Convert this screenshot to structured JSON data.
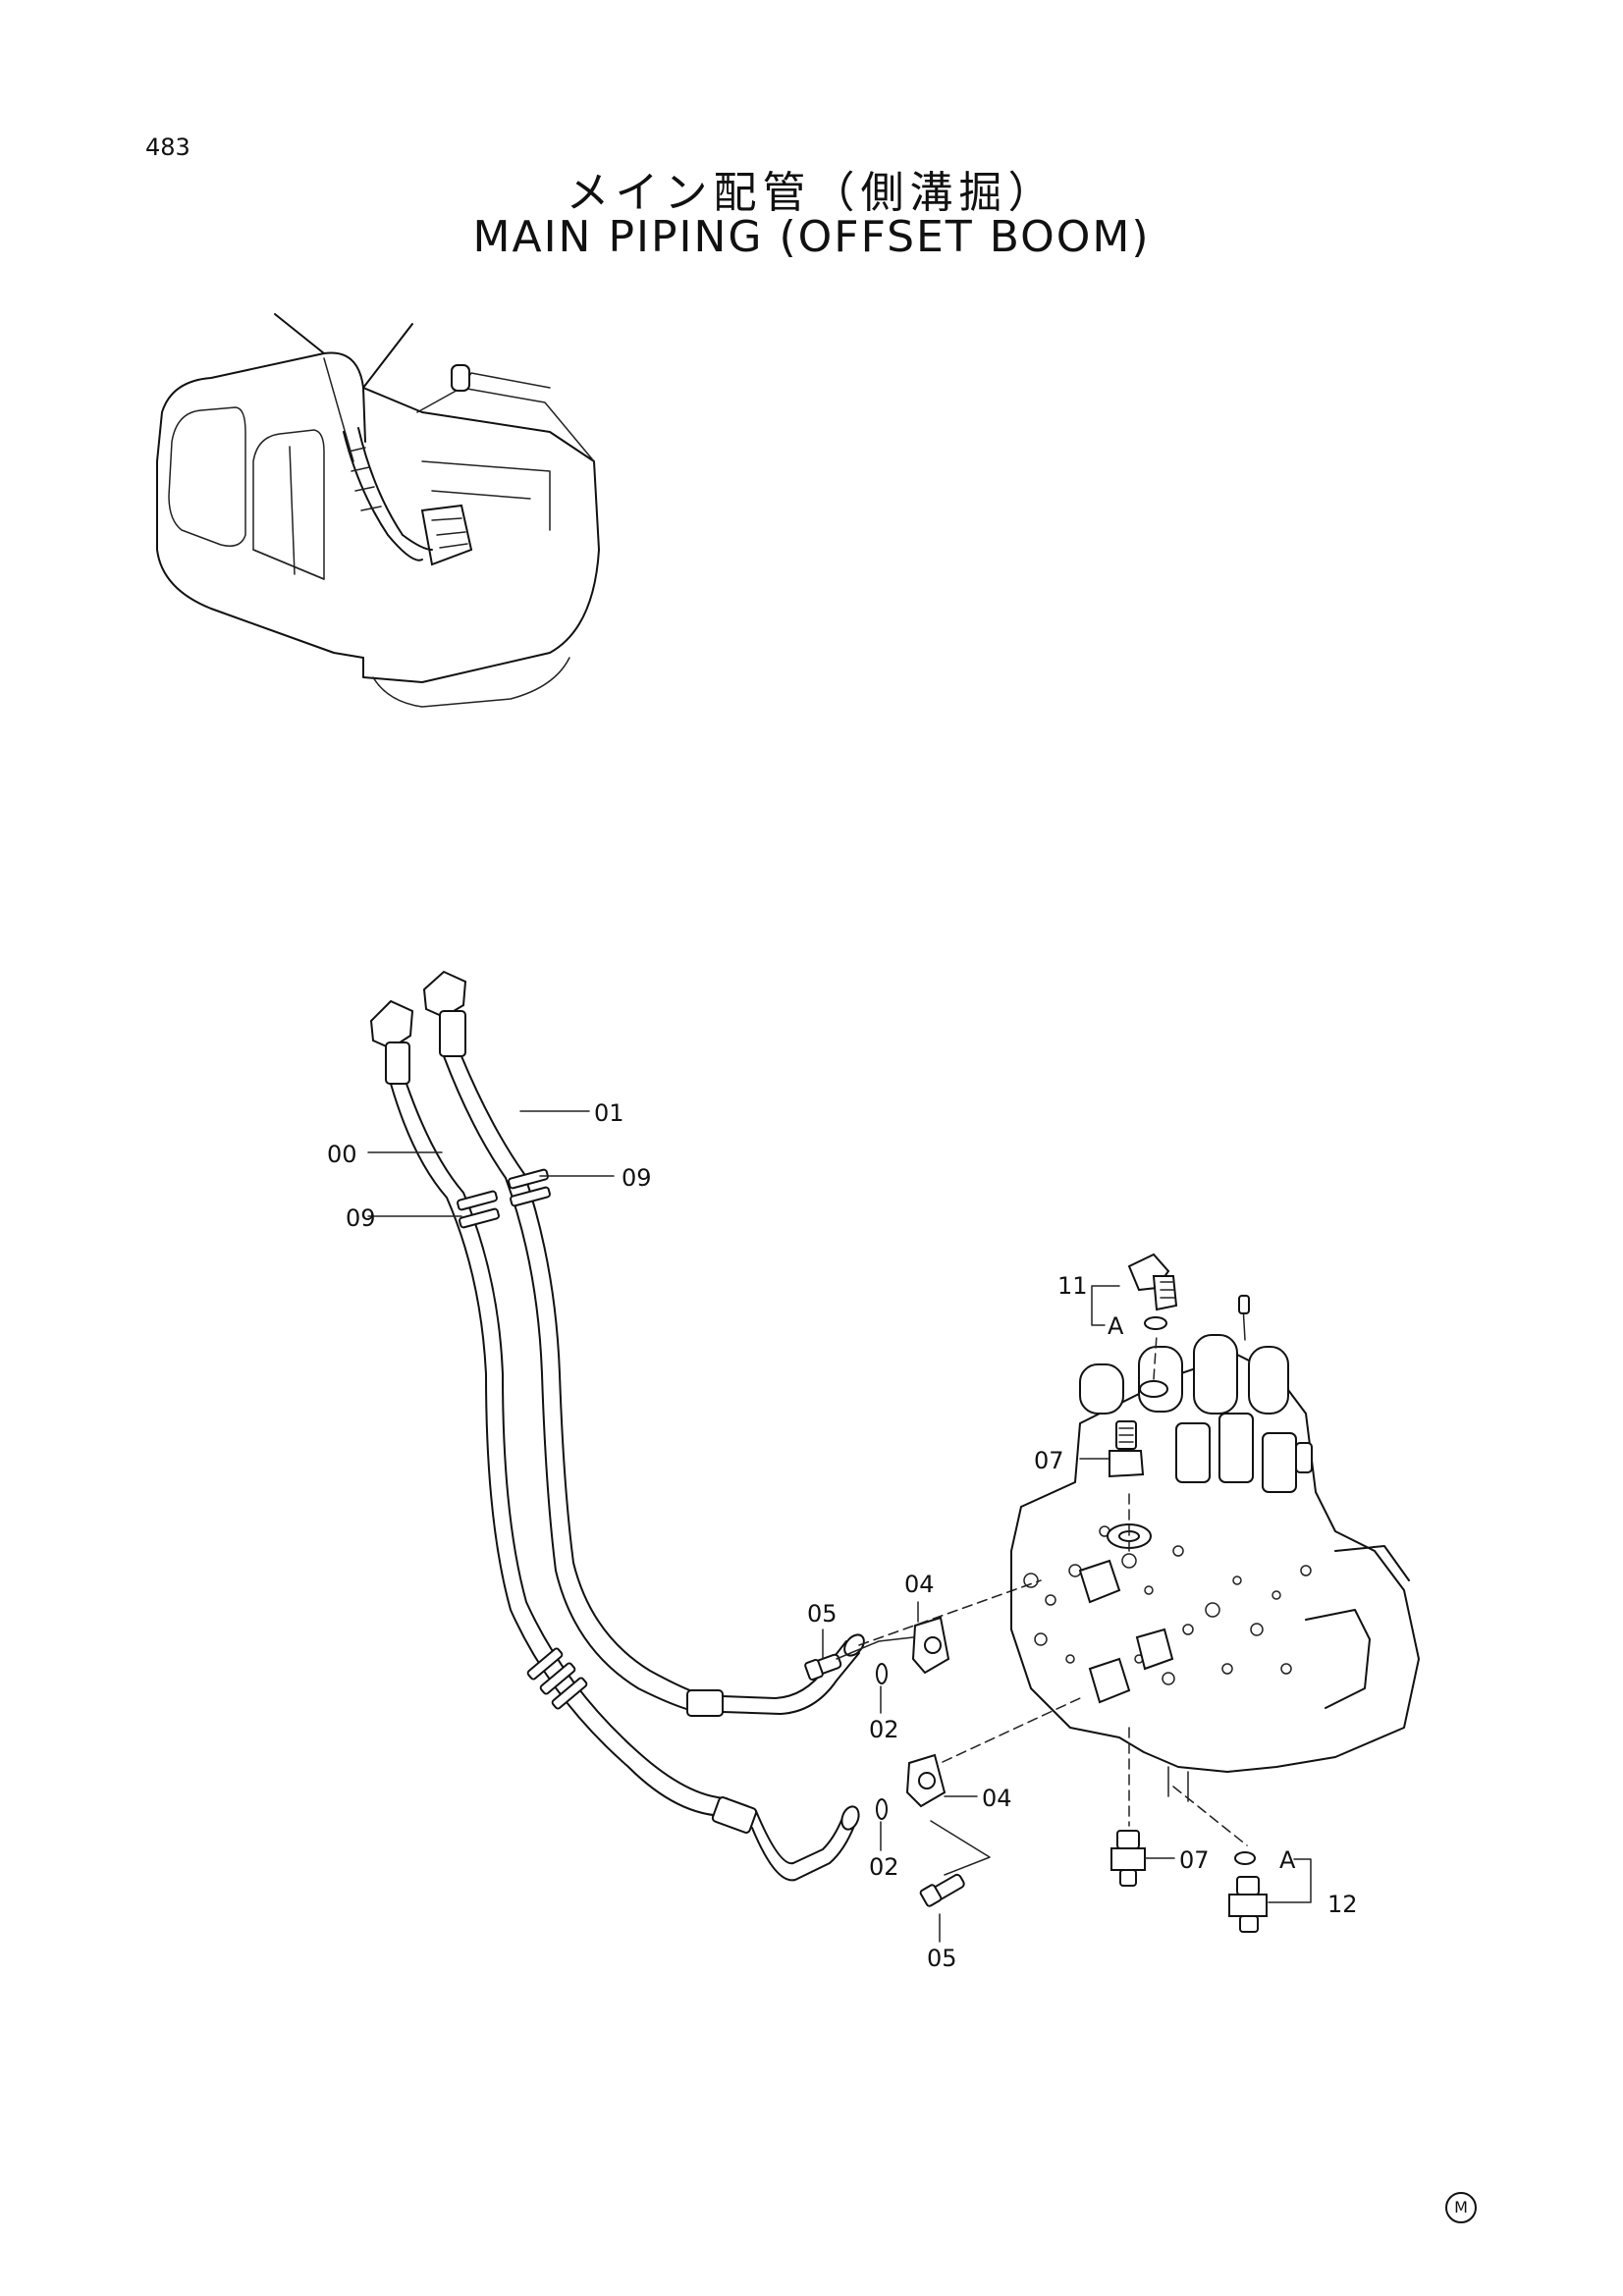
{
  "page_number": "483",
  "title_jp": "メイン配管（側溝掘）",
  "title_en": "MAIN PIPING (OFFSET BOOM)",
  "callouts": {
    "c00": "00",
    "c01": "01",
    "c09a": "09",
    "c09b": "09",
    "c11": "11",
    "cA1": "A",
    "c07a": "07",
    "c05a": "05",
    "c04a": "04",
    "c02a": "02",
    "c04b": "04",
    "c02b": "02",
    "c07b": "07",
    "cA2": "A",
    "c12": "12",
    "c05b": "05"
  },
  "corner_mark": "M"
}
